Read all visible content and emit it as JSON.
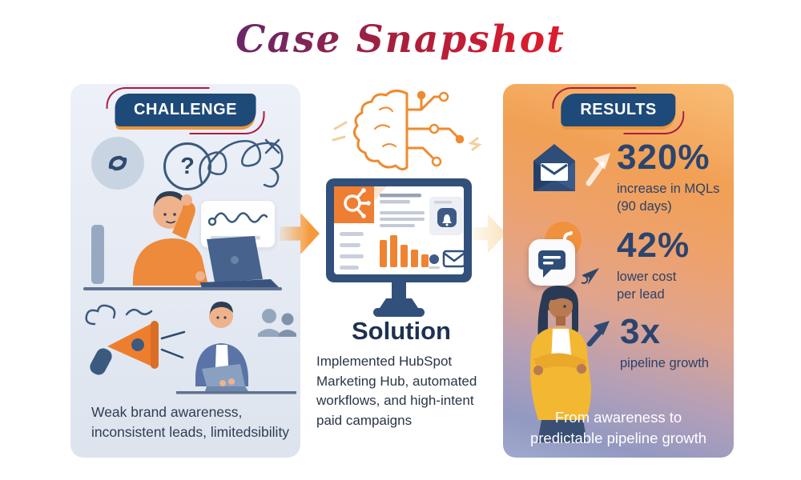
{
  "title": "Case Snapshot",
  "challenge": {
    "badge": "CHALLENGE",
    "question_mark": "?",
    "caption_lines": [
      "Weak brand awareness,",
      "inconsistent leads, limitedsibility"
    ]
  },
  "solution": {
    "heading": "Solution",
    "description_lines": [
      "Implemented HubSpot",
      "Marketing Hub, automated",
      "workflows, and high-intent",
      "paid campaigns"
    ]
  },
  "results": {
    "badge": "RESULTS",
    "stats": [
      {
        "value": "320%",
        "label_lines": [
          "increase in MQLs",
          "(90 days)"
        ],
        "icon": "open-envelope-icon"
      },
      {
        "value": "42%",
        "label_lines": [
          "lower cost",
          "per lead"
        ],
        "icon": "chat-message-icon"
      },
      {
        "value": "3x",
        "label_lines": [
          "pipeline growth"
        ],
        "icon": "growth-arrow-icon"
      }
    ],
    "footer_lines": [
      "From awareness to",
      "predictable pipeline growth"
    ]
  },
  "icons": {
    "left_panel": [
      "broken-link-icon",
      "question-mark-icon",
      "tangled-line-icon",
      "line-chart-card",
      "frustrated-person",
      "megaphone-icon",
      "audience-silhouettes-icon"
    ],
    "middle": [
      "brain-circuit-icon",
      "flow-arrow-icon",
      "hubspot-dashboard-monitor",
      "hubspot-sprocket-logo-icon",
      "bar-chart-icon",
      "bell-icon",
      "envelope-icon"
    ],
    "right_panel": [
      "open-envelope-icon",
      "up-arrow-icon",
      "spark-circle-icon",
      "chat-message-icon",
      "cursor-icon",
      "woman-arms-crossed",
      "growth-arrow-icon"
    ]
  },
  "colors": {
    "badge_navy": "#1d4a78",
    "badge_outline_crimson": "#a81d44",
    "badge_underline_orange": "#e9953f",
    "title_purple": "#6d2766",
    "title_red": "#d91c2e",
    "illustration_orange": "#ee8a3b",
    "accent_yellow": "#f3b832",
    "stat_navy": "#2b4470",
    "left_panel_bg": "#e4e9f3",
    "right_panel_top": "#f1a055",
    "right_panel_bottom": "#9399c2"
  }
}
